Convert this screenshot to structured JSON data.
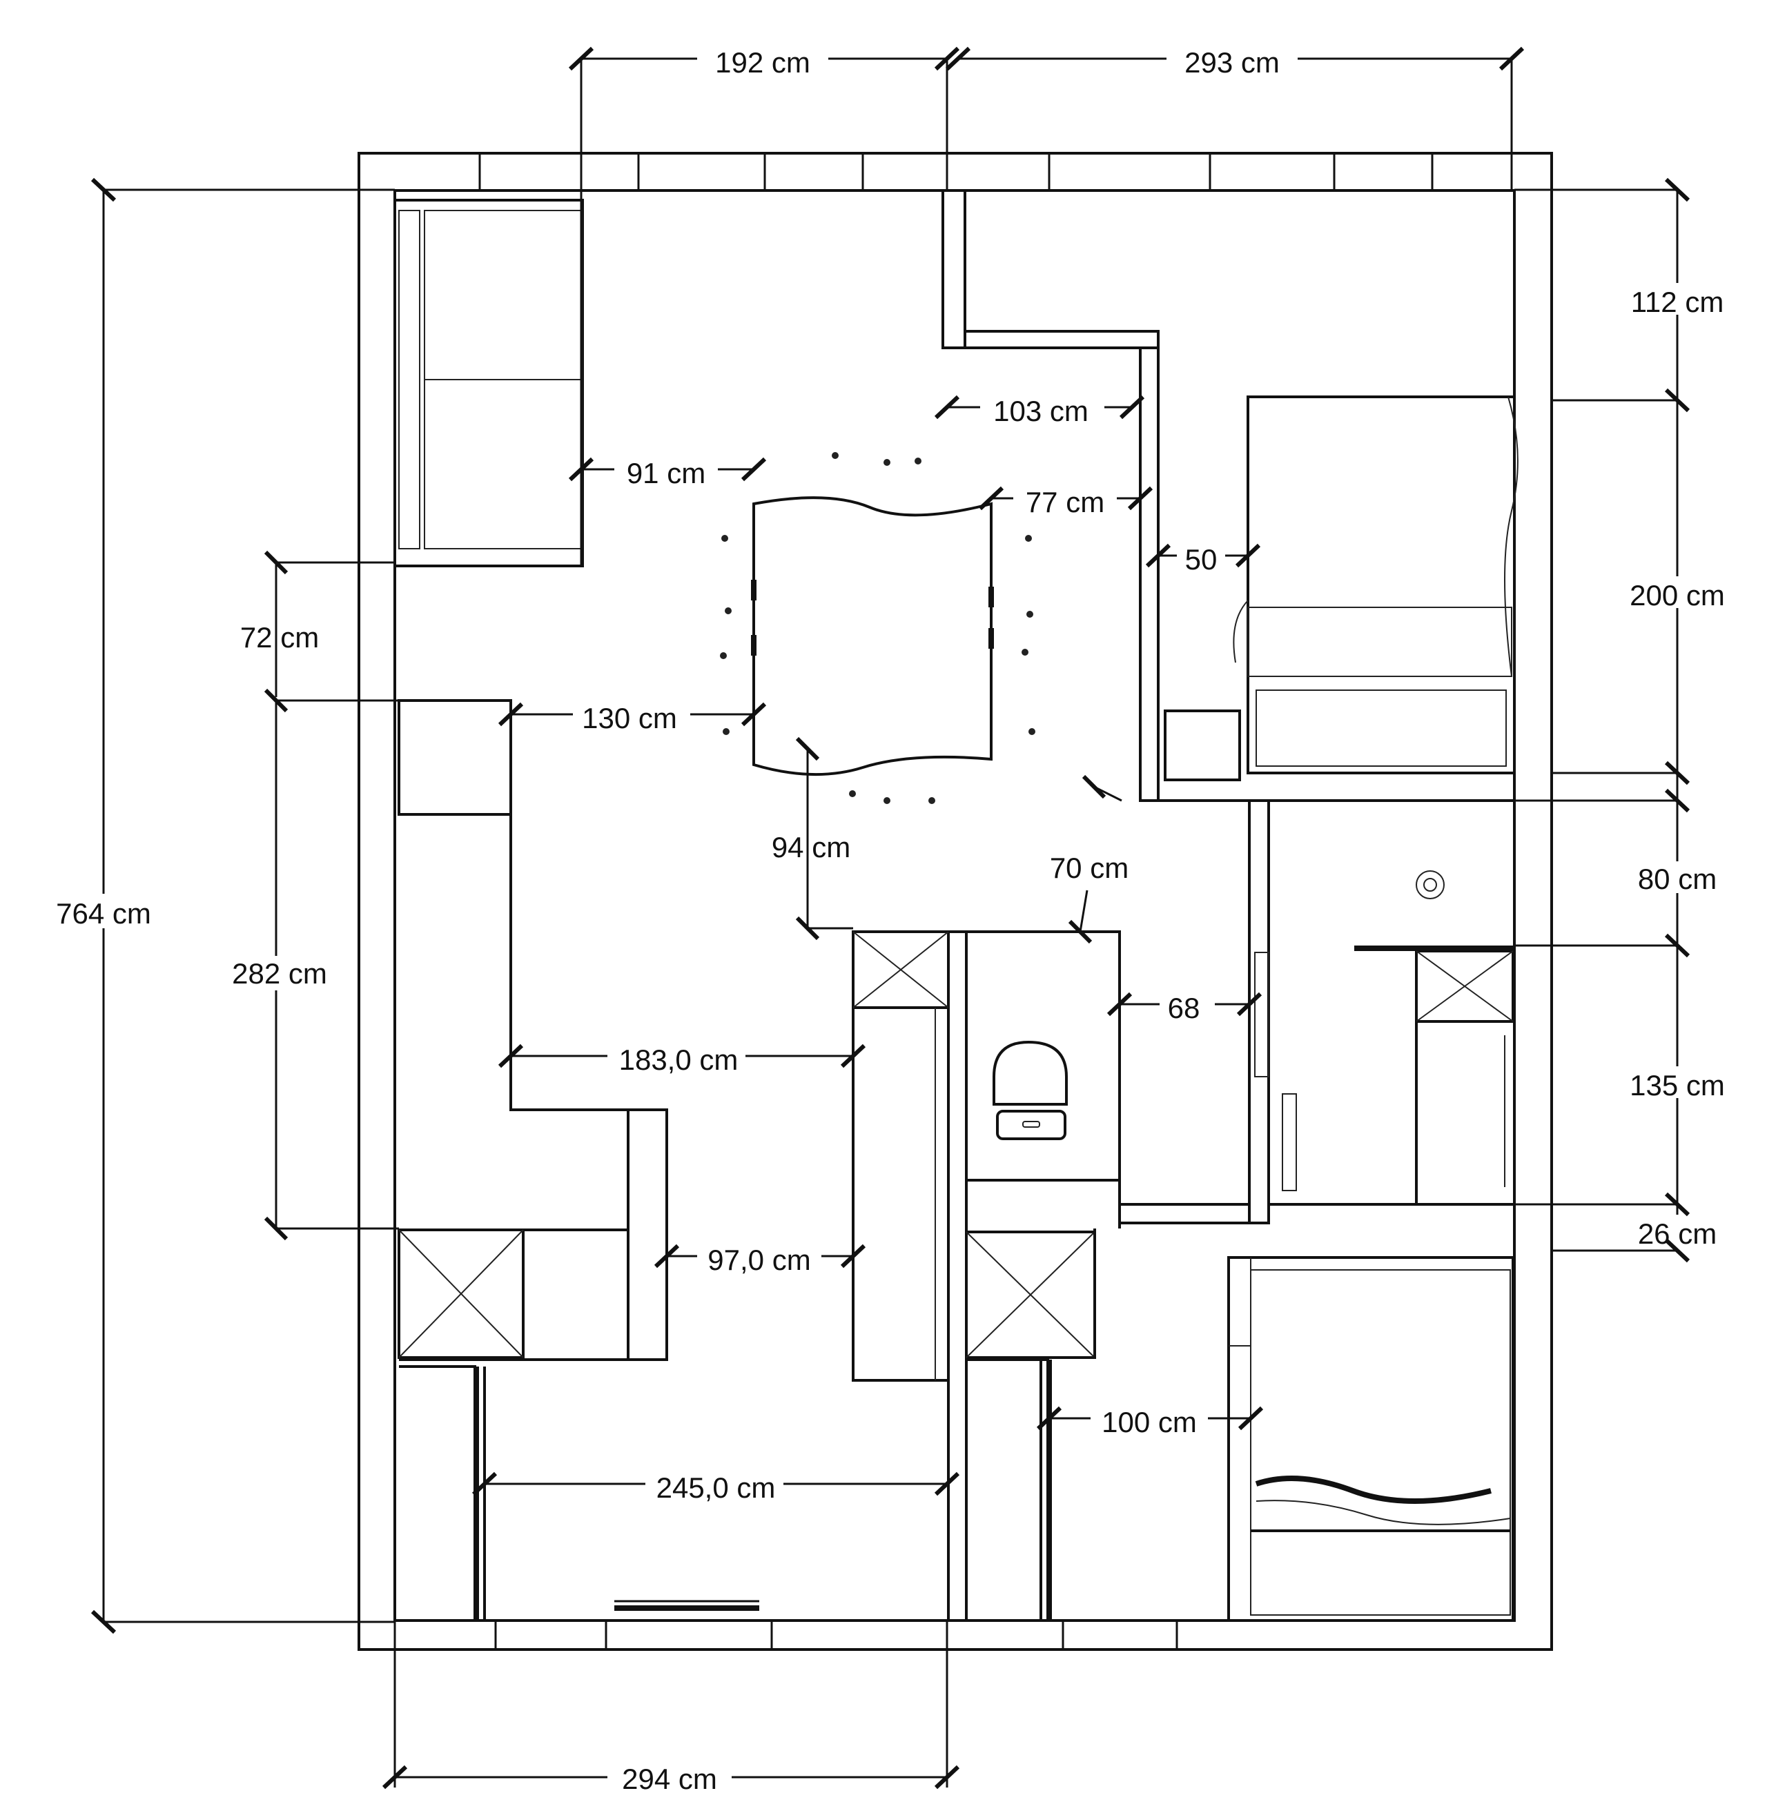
{
  "dimensions": {
    "top_left": "192 cm",
    "top_right": "293  cm",
    "total_height": "764 cm",
    "bottom_width": "294 cm",
    "bedroom_top_gap": "112 cm",
    "bed_length": "200 cm",
    "bath_top": "80 cm",
    "bath_bottom": "135 cm",
    "wall_gap": "26 cm",
    "hall_width": "103 cm",
    "sofa_to_table": "91 cm",
    "table_to_wall": "77 cm",
    "bed_clearance": "50",
    "sofa_gap": "72 cm",
    "kitchen_length": "282 cm",
    "table_to_counter": "130 cm",
    "table_to_cabinet": "94 cm",
    "door_swing": "70 cm",
    "wc_to_bath": "68",
    "kitchen_aisle": "183,0 cm",
    "counter_gap": "97,0 cm",
    "room_width": "245,0 cm",
    "second_bed_gap": "100 cm"
  },
  "symbols": {
    "wc": "toilet-icon",
    "storage": "cabinet-cross-icon",
    "washer": "washing-machine-icon"
  }
}
